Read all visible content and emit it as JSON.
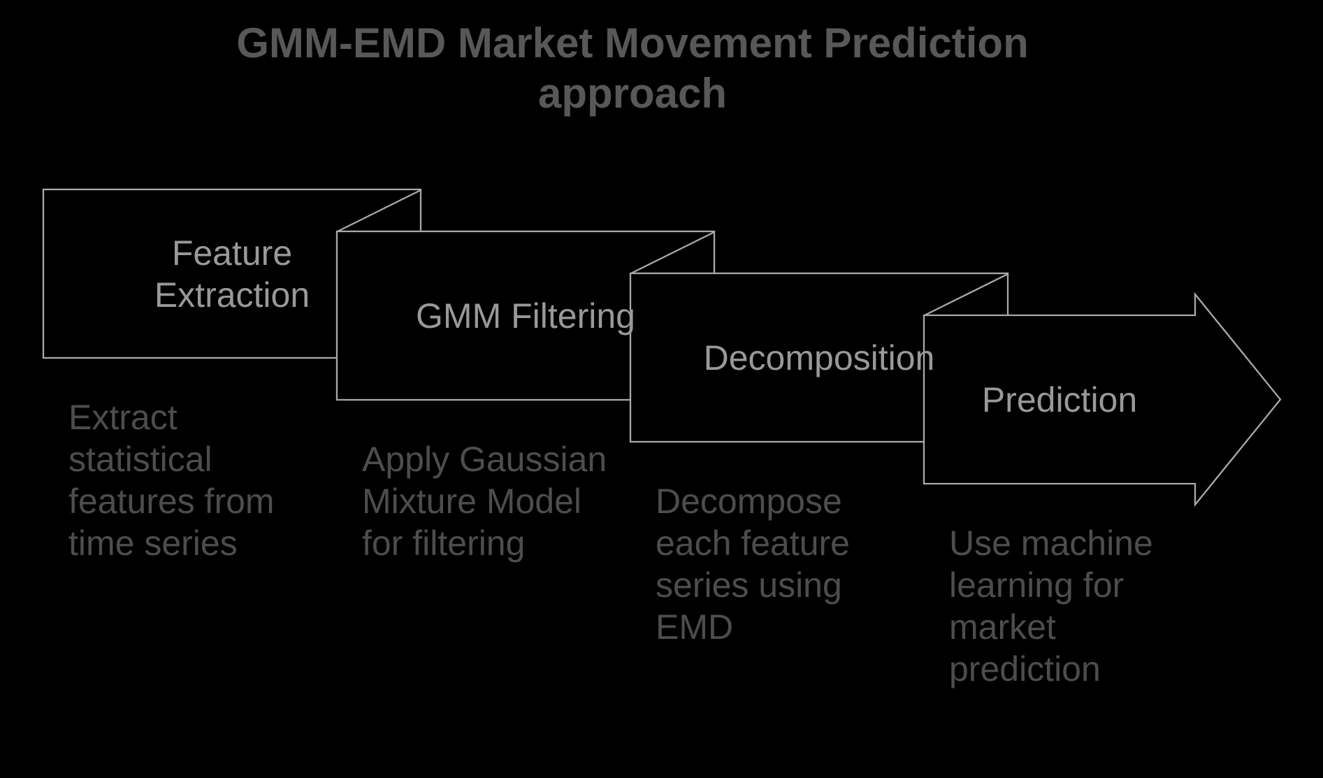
{
  "title": {
    "text": "GMM-EMD Market Movement Prediction approach"
  },
  "steps": [
    {
      "label": "Feature Extraction",
      "description": "Extract statistical features from time series"
    },
    {
      "label": "GMM Filtering",
      "description": "Apply Gaussian Mixture Model for filtering"
    },
    {
      "label": "Decomposition",
      "description": "Decompose each feature series using EMD"
    },
    {
      "label": "Prediction",
      "description": "Use machine learning for market prediction"
    }
  ],
  "colors": {
    "background": "#000000",
    "box_fill": "#000000",
    "box_border": "#a9a9a9",
    "box_label": "#999999",
    "title_color": "#58585a",
    "description_color": "#4d4d4d"
  }
}
